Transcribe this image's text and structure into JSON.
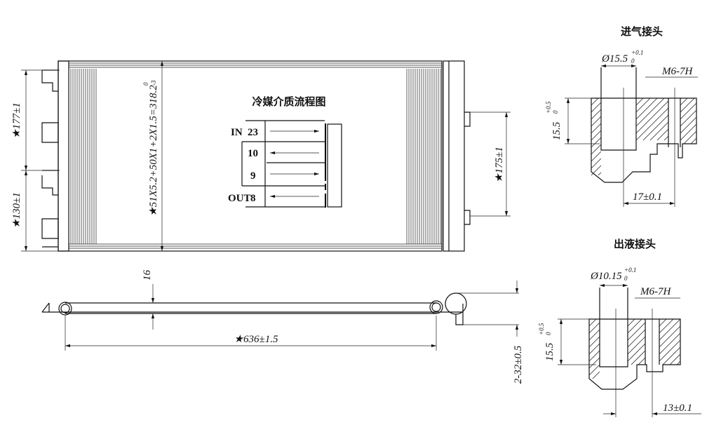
{
  "front_view": {
    "dim_left_upper": "★177±1",
    "dim_left_lower": "★130±1",
    "dim_core_height": "★51X5.2+50X1+2X1.5=318.2",
    "dim_core_height_tol_upper": "0",
    "dim_core_height_tol_lower": "-3",
    "dim_right": "★175±1"
  },
  "flow_chart": {
    "title": "冷媒介质流程图",
    "rows": [
      {
        "port": "IN",
        "count": "23",
        "direction": "right"
      },
      {
        "port": "",
        "count": "10",
        "direction": "left"
      },
      {
        "port": "",
        "count": "9",
        "direction": "right"
      },
      {
        "port": "OUT",
        "count": "8",
        "direction": "left"
      }
    ]
  },
  "side_view": {
    "dim_thickness": "16",
    "dim_length": "★636±1.5",
    "dim_holes": "2-32±0.5"
  },
  "inlet_fitting": {
    "title": "进气接头",
    "bore": "Ø15.5",
    "bore_tol_upper": "+0.1",
    "bore_tol_lower": "0",
    "thread": "M6-7H",
    "depth": "15.5",
    "depth_tol_upper": "+0.5",
    "depth_tol_lower": "0",
    "spacing": "17±0.1"
  },
  "outlet_fitting": {
    "title": "出液接头",
    "bore": "Ø10.15",
    "bore_tol_upper": "+0.1",
    "bore_tol_lower": "0",
    "thread": "M6-7H",
    "depth": "15.5",
    "depth_tol_upper": "+0.5",
    "depth_tol_lower": "0",
    "spacing": "13±0.1"
  }
}
